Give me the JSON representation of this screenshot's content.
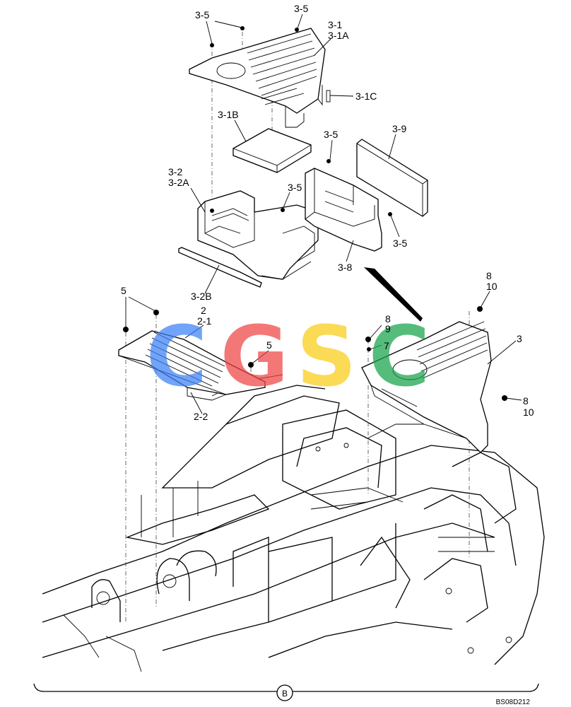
{
  "callouts": {
    "c3_5a": "3-5",
    "c3_5b": "3-5",
    "c3_1": "3-1",
    "c3_1A": "3-1A",
    "c3_1C": "3-1C",
    "c3_1B": "3-1B",
    "c3_5c": "3-5",
    "c3_9": "3-9",
    "c3_2": "3-2",
    "c3_2A": "3-2A",
    "c3_5d": "3-5",
    "c3_5e": "3-5",
    "c3_8": "3-8",
    "c3_2B": "3-2B",
    "c5a": "5",
    "c2": "2",
    "c2_1": "2-1",
    "c5b": "5",
    "c2_2": "2-2",
    "c8a": "8",
    "c10a": "10",
    "c8b": "8",
    "c9": "9",
    "c7": "7",
    "c3": "3",
    "c8c": "8",
    "c10b": "10"
  },
  "watermark": {
    "letters": [
      "C",
      "G",
      "S",
      "C"
    ],
    "colors": [
      "#3b82f6",
      "#ef4444",
      "#facc15",
      "#16a34a"
    ]
  },
  "footer": {
    "circle_label": "B",
    "reference": "BS08D212"
  }
}
